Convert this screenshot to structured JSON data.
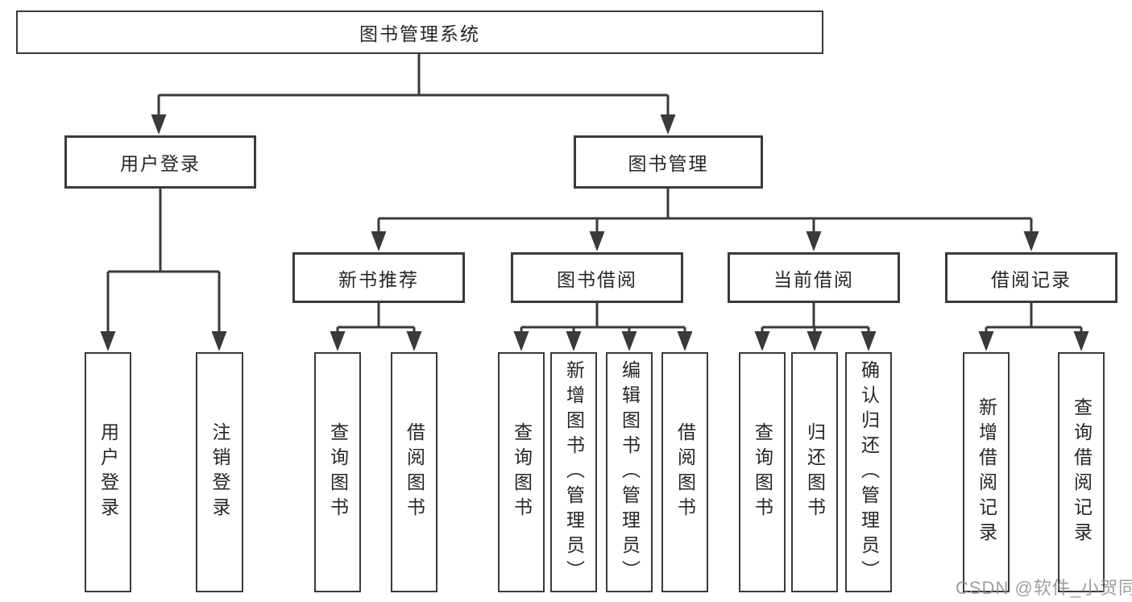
{
  "diagram": {
    "root": {
      "label": "图书管理系统"
    },
    "level1": [
      {
        "id": "user-login",
        "label": "用户登录",
        "children": [
          "用户登录",
          "注销登录"
        ]
      },
      {
        "id": "book-management",
        "label": "图书管理"
      }
    ],
    "level2": [
      {
        "id": "new-book-recommend",
        "label": "新书推荐",
        "children": [
          "查询图书",
          "借阅图书"
        ]
      },
      {
        "id": "book-borrow",
        "label": "图书借阅",
        "children": [
          "查询图书",
          "新增图书（管理员）",
          "编辑图书（管理员）",
          "借阅图书"
        ]
      },
      {
        "id": "current-borrow",
        "label": "当前借阅",
        "children": [
          "查询图书",
          "归还图书",
          "确认归还（管理员）"
        ]
      },
      {
        "id": "borrow-records",
        "label": "借阅记录",
        "children": [
          "新增借阅记录",
          "查询借阅记录"
        ]
      }
    ]
  },
  "watermark": {
    "text": "CSDN @软件_小贺同学"
  },
  "colors": {
    "line": "#3a3a3a",
    "text": "#262626",
    "background": "#ffffff",
    "watermark": "#8c8c8c"
  }
}
